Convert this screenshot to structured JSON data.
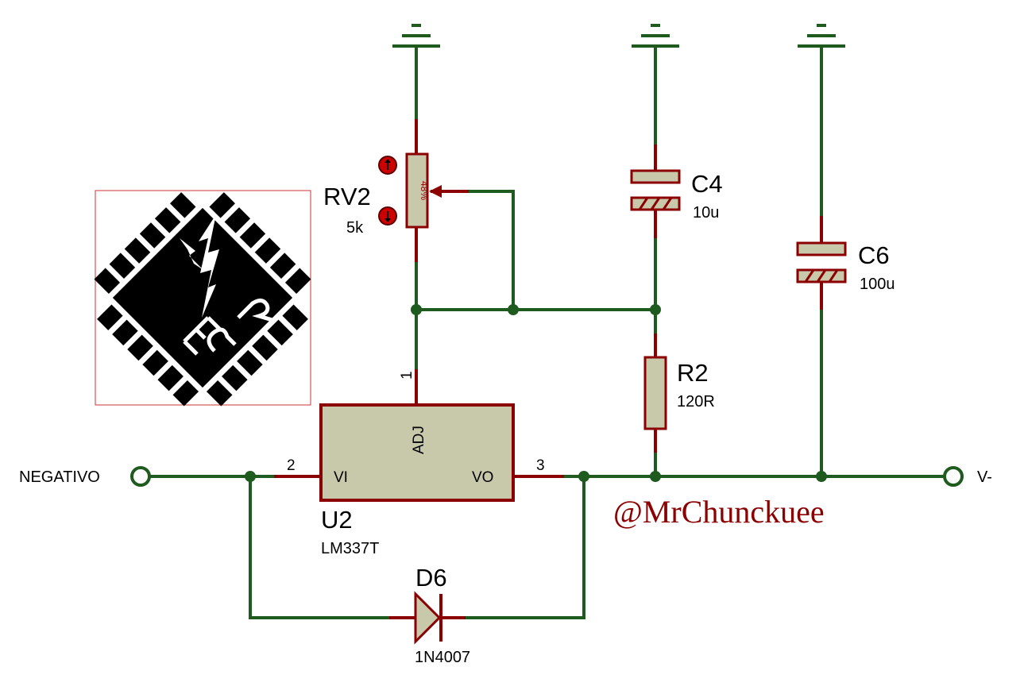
{
  "components": {
    "rv2": {
      "ref": "RV2",
      "value": "5k",
      "wiper": "48%"
    },
    "c4": {
      "ref": "C4",
      "value": "10u"
    },
    "c6": {
      "ref": "C6",
      "value": "100u"
    },
    "r2": {
      "ref": "R2",
      "value": "120R"
    },
    "u2": {
      "ref": "U2",
      "value": "LM337T",
      "pin_adj": "ADJ",
      "pin_vi": "VI",
      "pin_vo": "VO",
      "pin1": "1",
      "pin2": "2",
      "pin3": "3"
    },
    "d6": {
      "ref": "D6",
      "value": "1N4007"
    }
  },
  "ports": {
    "input": "NEGATIVO",
    "output": "V-"
  },
  "watermark": "@MrChunckuee",
  "colors": {
    "wire": "#1f5a1f",
    "component_stroke": "#8b0000",
    "component_fill": "#c8c8aa",
    "text": "#000000"
  }
}
